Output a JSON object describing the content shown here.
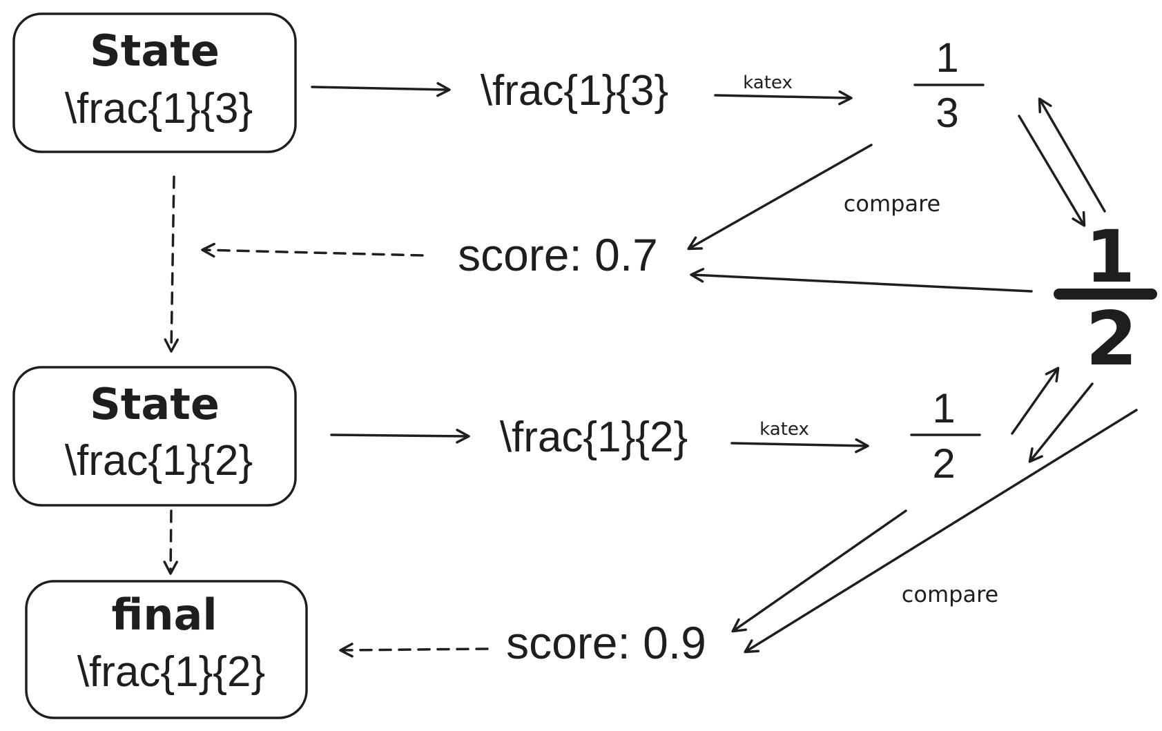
{
  "nodes": {
    "state1": {
      "title": "State",
      "formula": "\\frac{1}{3}"
    },
    "state2": {
      "title": "State",
      "formula": "\\frac{1}{2}"
    },
    "final": {
      "title": "final",
      "formula": "\\frac{1}{2}"
    }
  },
  "latex": {
    "first": "\\frac{1}{3}",
    "second": "\\frac{1}{2}"
  },
  "renders": {
    "first": {
      "numerator": "1",
      "denominator": "3"
    },
    "second": {
      "numerator": "1",
      "denominator": "2"
    }
  },
  "target": {
    "numerator": "1",
    "denominator": "2"
  },
  "edge_labels": {
    "katex_1": "katex",
    "katex_2": "katex",
    "compare_1": "compare",
    "compare_2": "compare"
  },
  "scores": {
    "first": "score: 0.7",
    "second": "score: 0.9"
  },
  "colors": {
    "ink": "#1e1e1e",
    "background": "#ffffff"
  }
}
